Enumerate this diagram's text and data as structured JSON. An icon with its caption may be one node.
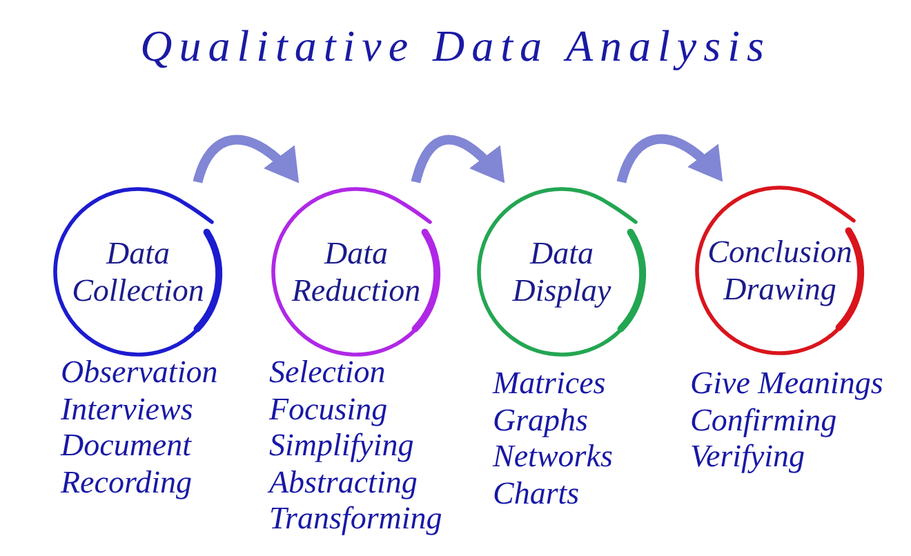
{
  "diagram": {
    "title": "Qualitative Data Analysis",
    "nodes": [
      {
        "text": [
          "Data Collection"
        ],
        "beside": [
          "Observation",
          "Interviews",
          "Document",
          "Recording"
        ]
      },
      {
        "text": [
          "Data Reduction"
        ],
        "beside": [
          "Selection",
          "Focusing",
          "Simplifying",
          "Abstracting",
          "Transforming"
        ]
      },
      {
        "text": [
          "Data Display"
        ],
        "beside": [
          "Matrices",
          "Graphs",
          "Networks",
          "Charts"
        ]
      },
      {
        "text": [
          "Conclusion Drawing"
        ],
        "beside": [
          "Give Meanings",
          "Confirming",
          "Verifying"
        ]
      }
    ],
    "edges": [
      {
        "from": 0,
        "to": 1,
        "arrow": "to"
      },
      {
        "from": 1,
        "to": 2,
        "arrow": "to"
      },
      {
        "from": 2,
        "to": 3,
        "arrow": "to"
      }
    ]
  }
}
